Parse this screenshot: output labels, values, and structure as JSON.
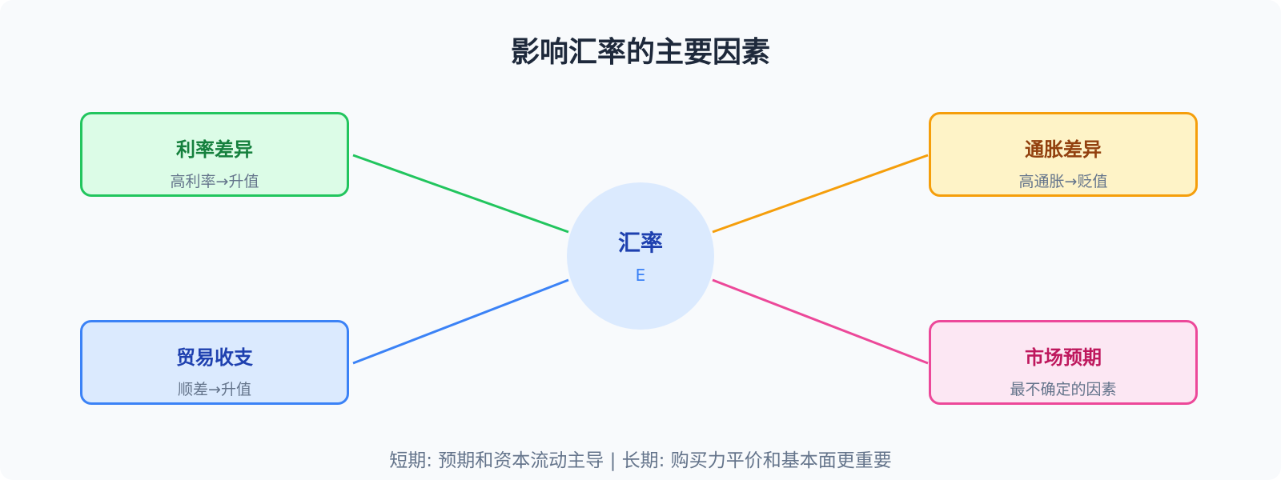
{
  "title": "影响汇率的主要因素",
  "hub": {
    "label": "汇率",
    "symbol": "E"
  },
  "factors": [
    {
      "name": "利率差异",
      "effect": "高利率→升值",
      "color": "#22c55e"
    },
    {
      "name": "贸易收支",
      "effect": "顺差→升值",
      "color": "#3b82f6"
    },
    {
      "name": "通胀差异",
      "effect": "高通胀→贬值",
      "color": "#f59e0b"
    },
    {
      "name": "市场预期",
      "effect": "最不确定的因素",
      "color": "#ec4899"
    }
  ],
  "footer": "短期: 预期和资本流动主导 | 长期: 购买力平价和基本面更重要"
}
